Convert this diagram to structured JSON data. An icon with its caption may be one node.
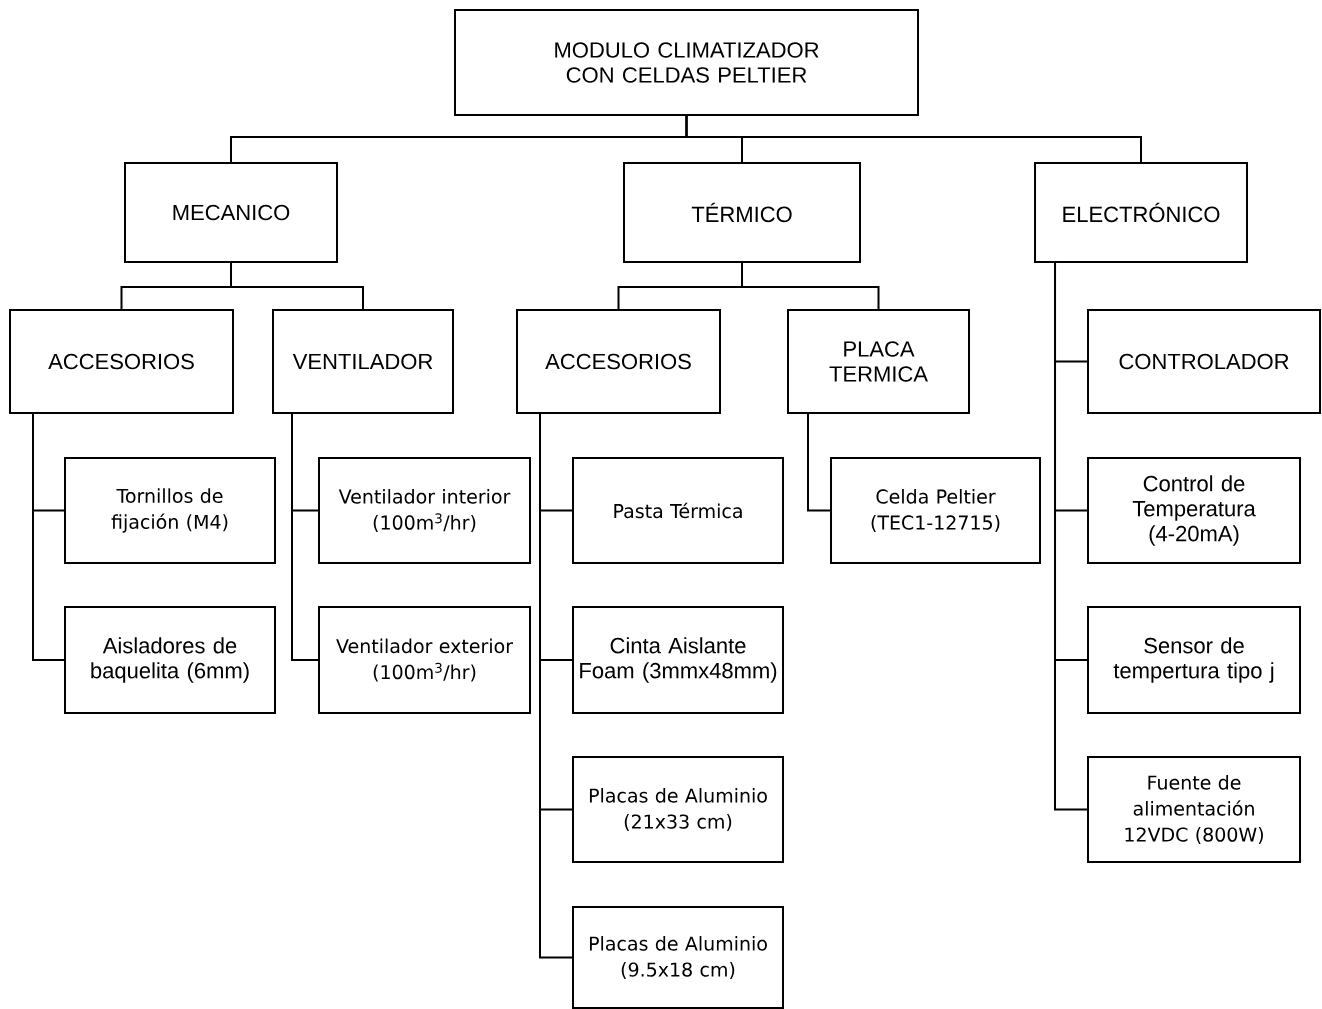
{
  "diagram": {
    "nodes": [
      {
        "text": [
          "MODULO CLIMATIZADOR CON CELDAS PELTIER"
        ]
      },
      {
        "text": [
          "MECANICO"
        ]
      },
      {
        "text": [
          "TÉRMICO"
        ]
      },
      {
        "text": [
          "ELECTRÓNICO"
        ]
      },
      {
        "text": [
          "ACCESORIOS"
        ]
      },
      {
        "text": [
          "VENTILADOR"
        ]
      },
      {
        "text": [
          "ACCESORIOS"
        ]
      },
      {
        "text": [
          "PLACA TERMICA"
        ]
      },
      {
        "text": [
          "CONTROLADOR"
        ]
      },
      {
        "text": [
          "Tornillos de fijación (M4)"
        ]
      },
      {
        "text": [
          "Aisladores de baquelita (6mm)"
        ]
      },
      {
        "text": [
          "Ventilador interior (100m$^{3}$/hr)"
        ]
      },
      {
        "text": [
          "Ventilador exterior (100m$^{3}$/hr)"
        ]
      },
      {
        "text": [
          "Pasta Térmica"
        ]
      },
      {
        "text": [
          "Cinta Aislante Foam (3mmx48mm)"
        ]
      },
      {
        "text": [
          "Placas de Aluminio (21x33 cm)"
        ]
      },
      {
        "text": [
          "Placas de Aluminio (9.5x18 cm)"
        ]
      },
      {
        "text": [
          "Celda Peltier (TEC1-12715)"
        ]
      },
      {
        "text": [
          "Control de Temperatura (4-20mA)"
        ]
      },
      {
        "text": [
          "Sensor de tempertura tipo j"
        ]
      },
      {
        "text": [
          "Fuente de alimentación 12VDC (800W)"
        ]
      }
    ],
    "edges": [
      {
        "from": 0,
        "to": 1,
        "arrow": "none"
      },
      {
        "from": 0,
        "to": 2,
        "arrow": "none"
      },
      {
        "from": 0,
        "to": 3,
        "arrow": "none"
      },
      {
        "from": 1,
        "to": 4,
        "arrow": "none"
      },
      {
        "from": 1,
        "to": 5,
        "arrow": "none"
      },
      {
        "from": 2,
        "to": 6,
        "arrow": "none"
      },
      {
        "from": 2,
        "to": 7,
        "arrow": "none"
      },
      {
        "from": 3,
        "to": 8,
        "arrow": "none"
      },
      {
        "from": 4,
        "to": 9,
        "arrow": "none"
      },
      {
        "from": 4,
        "to": 10,
        "arrow": "none"
      },
      {
        "from": 5,
        "to": 11,
        "arrow": "none"
      },
      {
        "from": 5,
        "to": 12,
        "arrow": "none"
      },
      {
        "from": 6,
        "to": 13,
        "arrow": "none"
      },
      {
        "from": 6,
        "to": 14,
        "arrow": "none"
      },
      {
        "from": 6,
        "to": 15,
        "arrow": "none"
      },
      {
        "from": 6,
        "to": 16,
        "arrow": "none"
      },
      {
        "from": 7,
        "to": 17,
        "arrow": "none"
      },
      {
        "from": 3,
        "to": 18,
        "arrow": "none"
      },
      {
        "from": 3,
        "to": 19,
        "arrow": "none"
      },
      {
        "from": 3,
        "to": 20,
        "arrow": "none"
      }
    ]
  }
}
